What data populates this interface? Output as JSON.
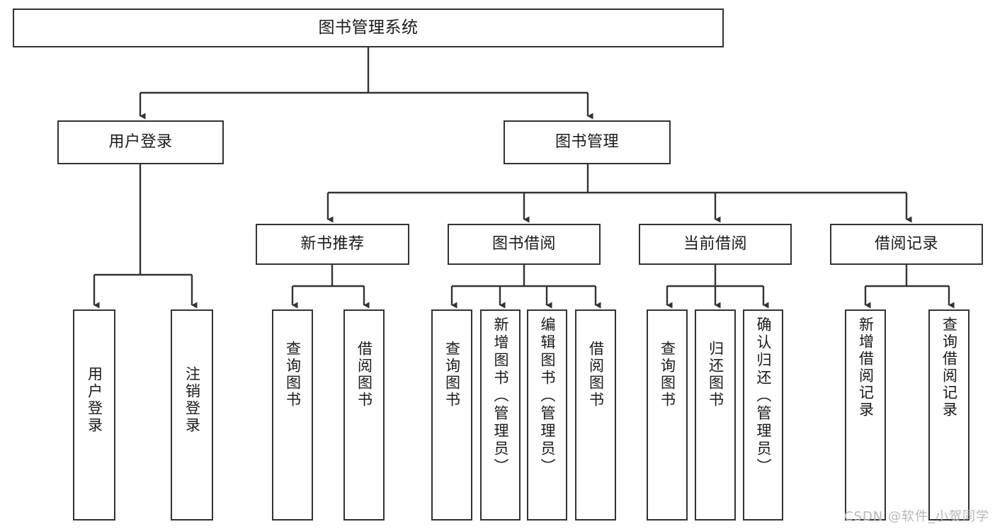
{
  "diagram": {
    "type": "tree-hierarchy",
    "title": "图书管理系统",
    "orientation": "top-down",
    "colors": {
      "box_border": "#333333",
      "box_fill": "#ffffff",
      "connector": "#333333",
      "text": "#1a1a1a",
      "watermark": "#b8b8b8",
      "background": "#ffffff"
    },
    "root": {
      "label": "图书管理系统"
    },
    "level2": [
      {
        "id": "user-login",
        "label": "用户登录"
      },
      {
        "id": "book-management",
        "label": "图书管理"
      }
    ],
    "level3": [
      {
        "id": "new-book-recommend",
        "label": "新书推荐",
        "parent": "book-management"
      },
      {
        "id": "book-borrow",
        "label": "图书借阅",
        "parent": "book-management"
      },
      {
        "id": "current-borrow",
        "label": "当前借阅",
        "parent": "book-management"
      },
      {
        "id": "borrow-record",
        "label": "借阅记录",
        "parent": "book-management"
      }
    ],
    "leaves": [
      {
        "id": "leaf-user-login",
        "label": "用户登录",
        "parent": "user-login"
      },
      {
        "id": "leaf-logout-login",
        "label": "注销登录",
        "parent": "user-login"
      },
      {
        "id": "leaf-query-book-1",
        "label": "查询图书",
        "parent": "new-book-recommend"
      },
      {
        "id": "leaf-borrow-book-1",
        "label": "借阅图书",
        "parent": "new-book-recommend"
      },
      {
        "id": "leaf-query-book-2",
        "label": "查询图书",
        "parent": "book-borrow"
      },
      {
        "id": "leaf-add-book",
        "label": "新增图书（管理员）",
        "parent": "book-borrow"
      },
      {
        "id": "leaf-edit-book",
        "label": "编辑图书（管理员）",
        "parent": "book-borrow"
      },
      {
        "id": "leaf-borrow-book-2",
        "label": "借阅图书",
        "parent": "book-borrow"
      },
      {
        "id": "leaf-query-book-3",
        "label": "查询图书",
        "parent": "current-borrow"
      },
      {
        "id": "leaf-return-book",
        "label": "归还图书",
        "parent": "current-borrow"
      },
      {
        "id": "leaf-confirm-return",
        "label": "确认归还（管理员）",
        "parent": "current-borrow"
      },
      {
        "id": "leaf-add-record",
        "label": "新增借阅记录",
        "parent": "borrow-record"
      },
      {
        "id": "leaf-query-record",
        "label": "查询借阅记录",
        "parent": "borrow-record"
      }
    ]
  },
  "watermark": {
    "text": "CSDN @软件_小贺同学"
  }
}
